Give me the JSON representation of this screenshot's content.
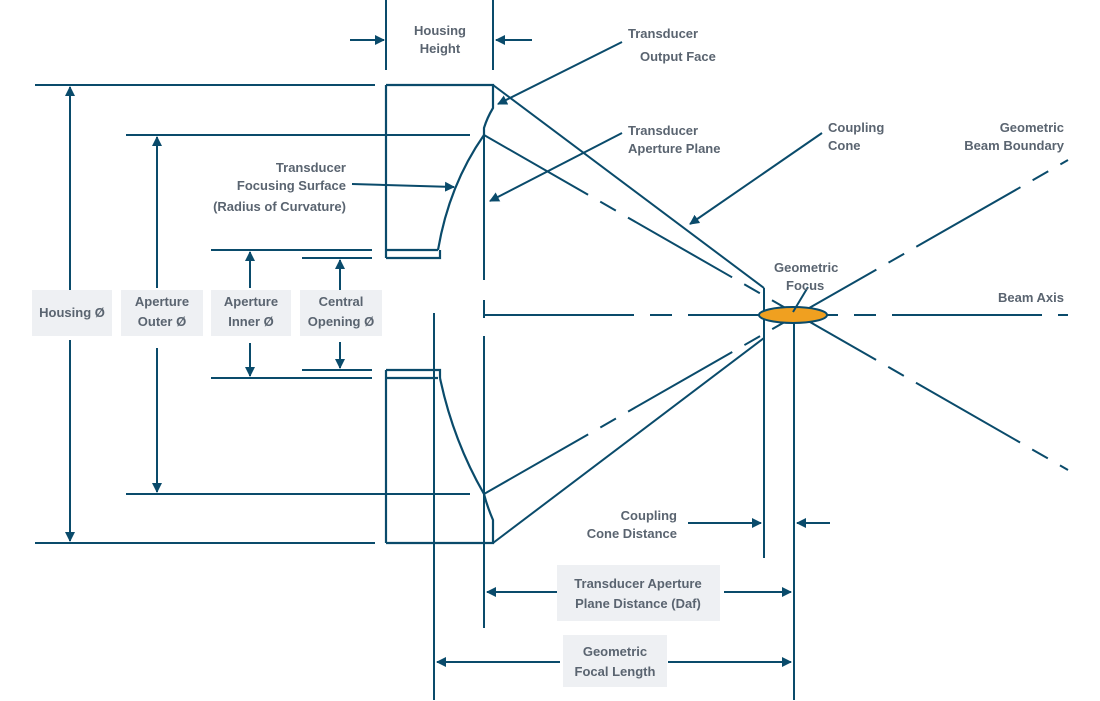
{
  "colors": {
    "line": "#0a4b6b",
    "text": "#5a6470",
    "focus": "#f0a020",
    "label_box": "#eef0f3"
  },
  "labels": {
    "housing_height": [
      "Housing",
      "Height"
    ],
    "output_face": [
      "Transducer",
      "Output Face"
    ],
    "aperture_plane": [
      "Transducer",
      "Aperture Plane"
    ],
    "coupling_cone": [
      "Coupling",
      "Cone"
    ],
    "beam_boundary": [
      "Geometric",
      "Beam Boundary"
    ],
    "focusing_surface": [
      "Transducer",
      "Focusing Surface",
      "(Radius of Curvature)"
    ],
    "geometric_focus": [
      "Geometric",
      "Focus"
    ],
    "beam_axis": "Beam Axis",
    "housing_dia": "Housing Ø",
    "aperture_outer": [
      "Aperture",
      "Outer Ø"
    ],
    "aperture_inner": [
      "Aperture",
      "Inner Ø"
    ],
    "central_opening": [
      "Central",
      "Opening Ø"
    ],
    "cone_distance": [
      "Coupling",
      "Cone Distance"
    ],
    "daf": [
      "Transducer Aperture",
      "Plane Distance (Daf)"
    ],
    "focal_length": [
      "Geometric",
      "Focal Length"
    ]
  }
}
